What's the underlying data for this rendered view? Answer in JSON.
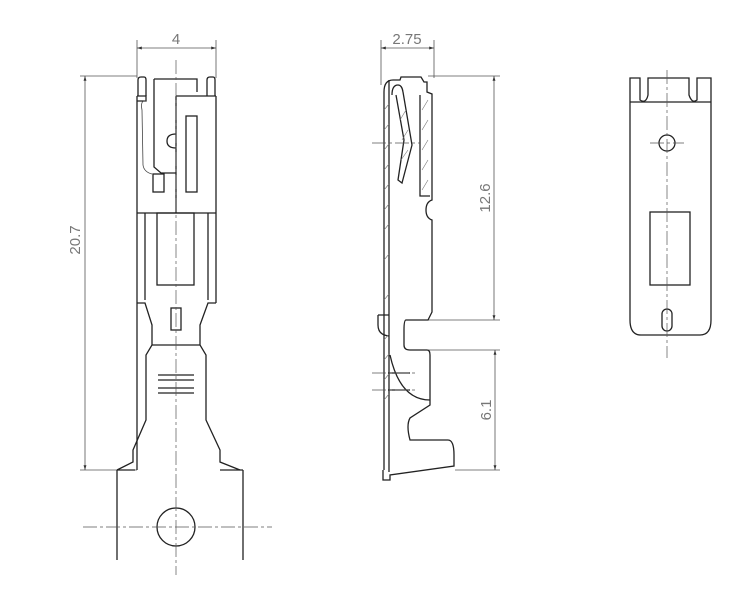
{
  "drawing": {
    "views": [
      "front-view",
      "side-view",
      "rear-view"
    ],
    "dimensions": {
      "width_front": "4",
      "total_length": "20.7",
      "width_side": "2.75",
      "contact_length": "12.6",
      "crimp_length": "6.1"
    },
    "colors": {
      "line": "#222222",
      "dimension": "#777777"
    }
  }
}
